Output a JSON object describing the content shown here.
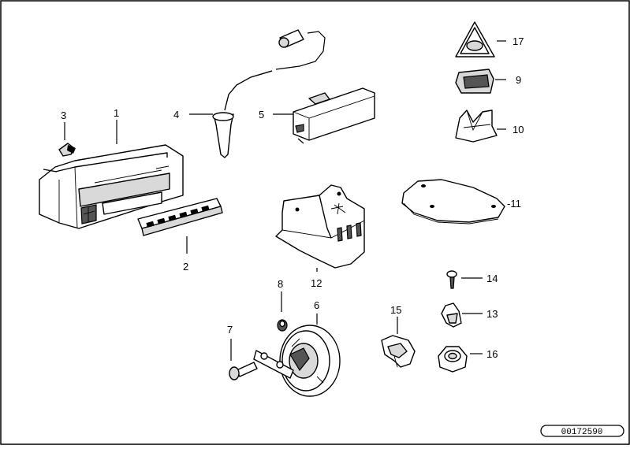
{
  "diagram": {
    "callouts": [
      {
        "id": "1",
        "label": "1"
      },
      {
        "id": "2",
        "label": "2"
      },
      {
        "id": "3",
        "label": "3"
      },
      {
        "id": "4",
        "label": "4"
      },
      {
        "id": "5",
        "label": "5"
      },
      {
        "id": "6",
        "label": "6"
      },
      {
        "id": "7",
        "label": "7"
      },
      {
        "id": "8",
        "label": "8"
      },
      {
        "id": "9",
        "label": "9"
      },
      {
        "id": "10",
        "label": "10"
      },
      {
        "id": "11",
        "label": "-11"
      },
      {
        "id": "12",
        "label": "12"
      },
      {
        "id": "13",
        "label": "13"
      },
      {
        "id": "14",
        "label": "14"
      },
      {
        "id": "15",
        "label": "15"
      },
      {
        "id": "16",
        "label": "16"
      },
      {
        "id": "17",
        "label": "17"
      }
    ],
    "reference_number": "00172590"
  }
}
